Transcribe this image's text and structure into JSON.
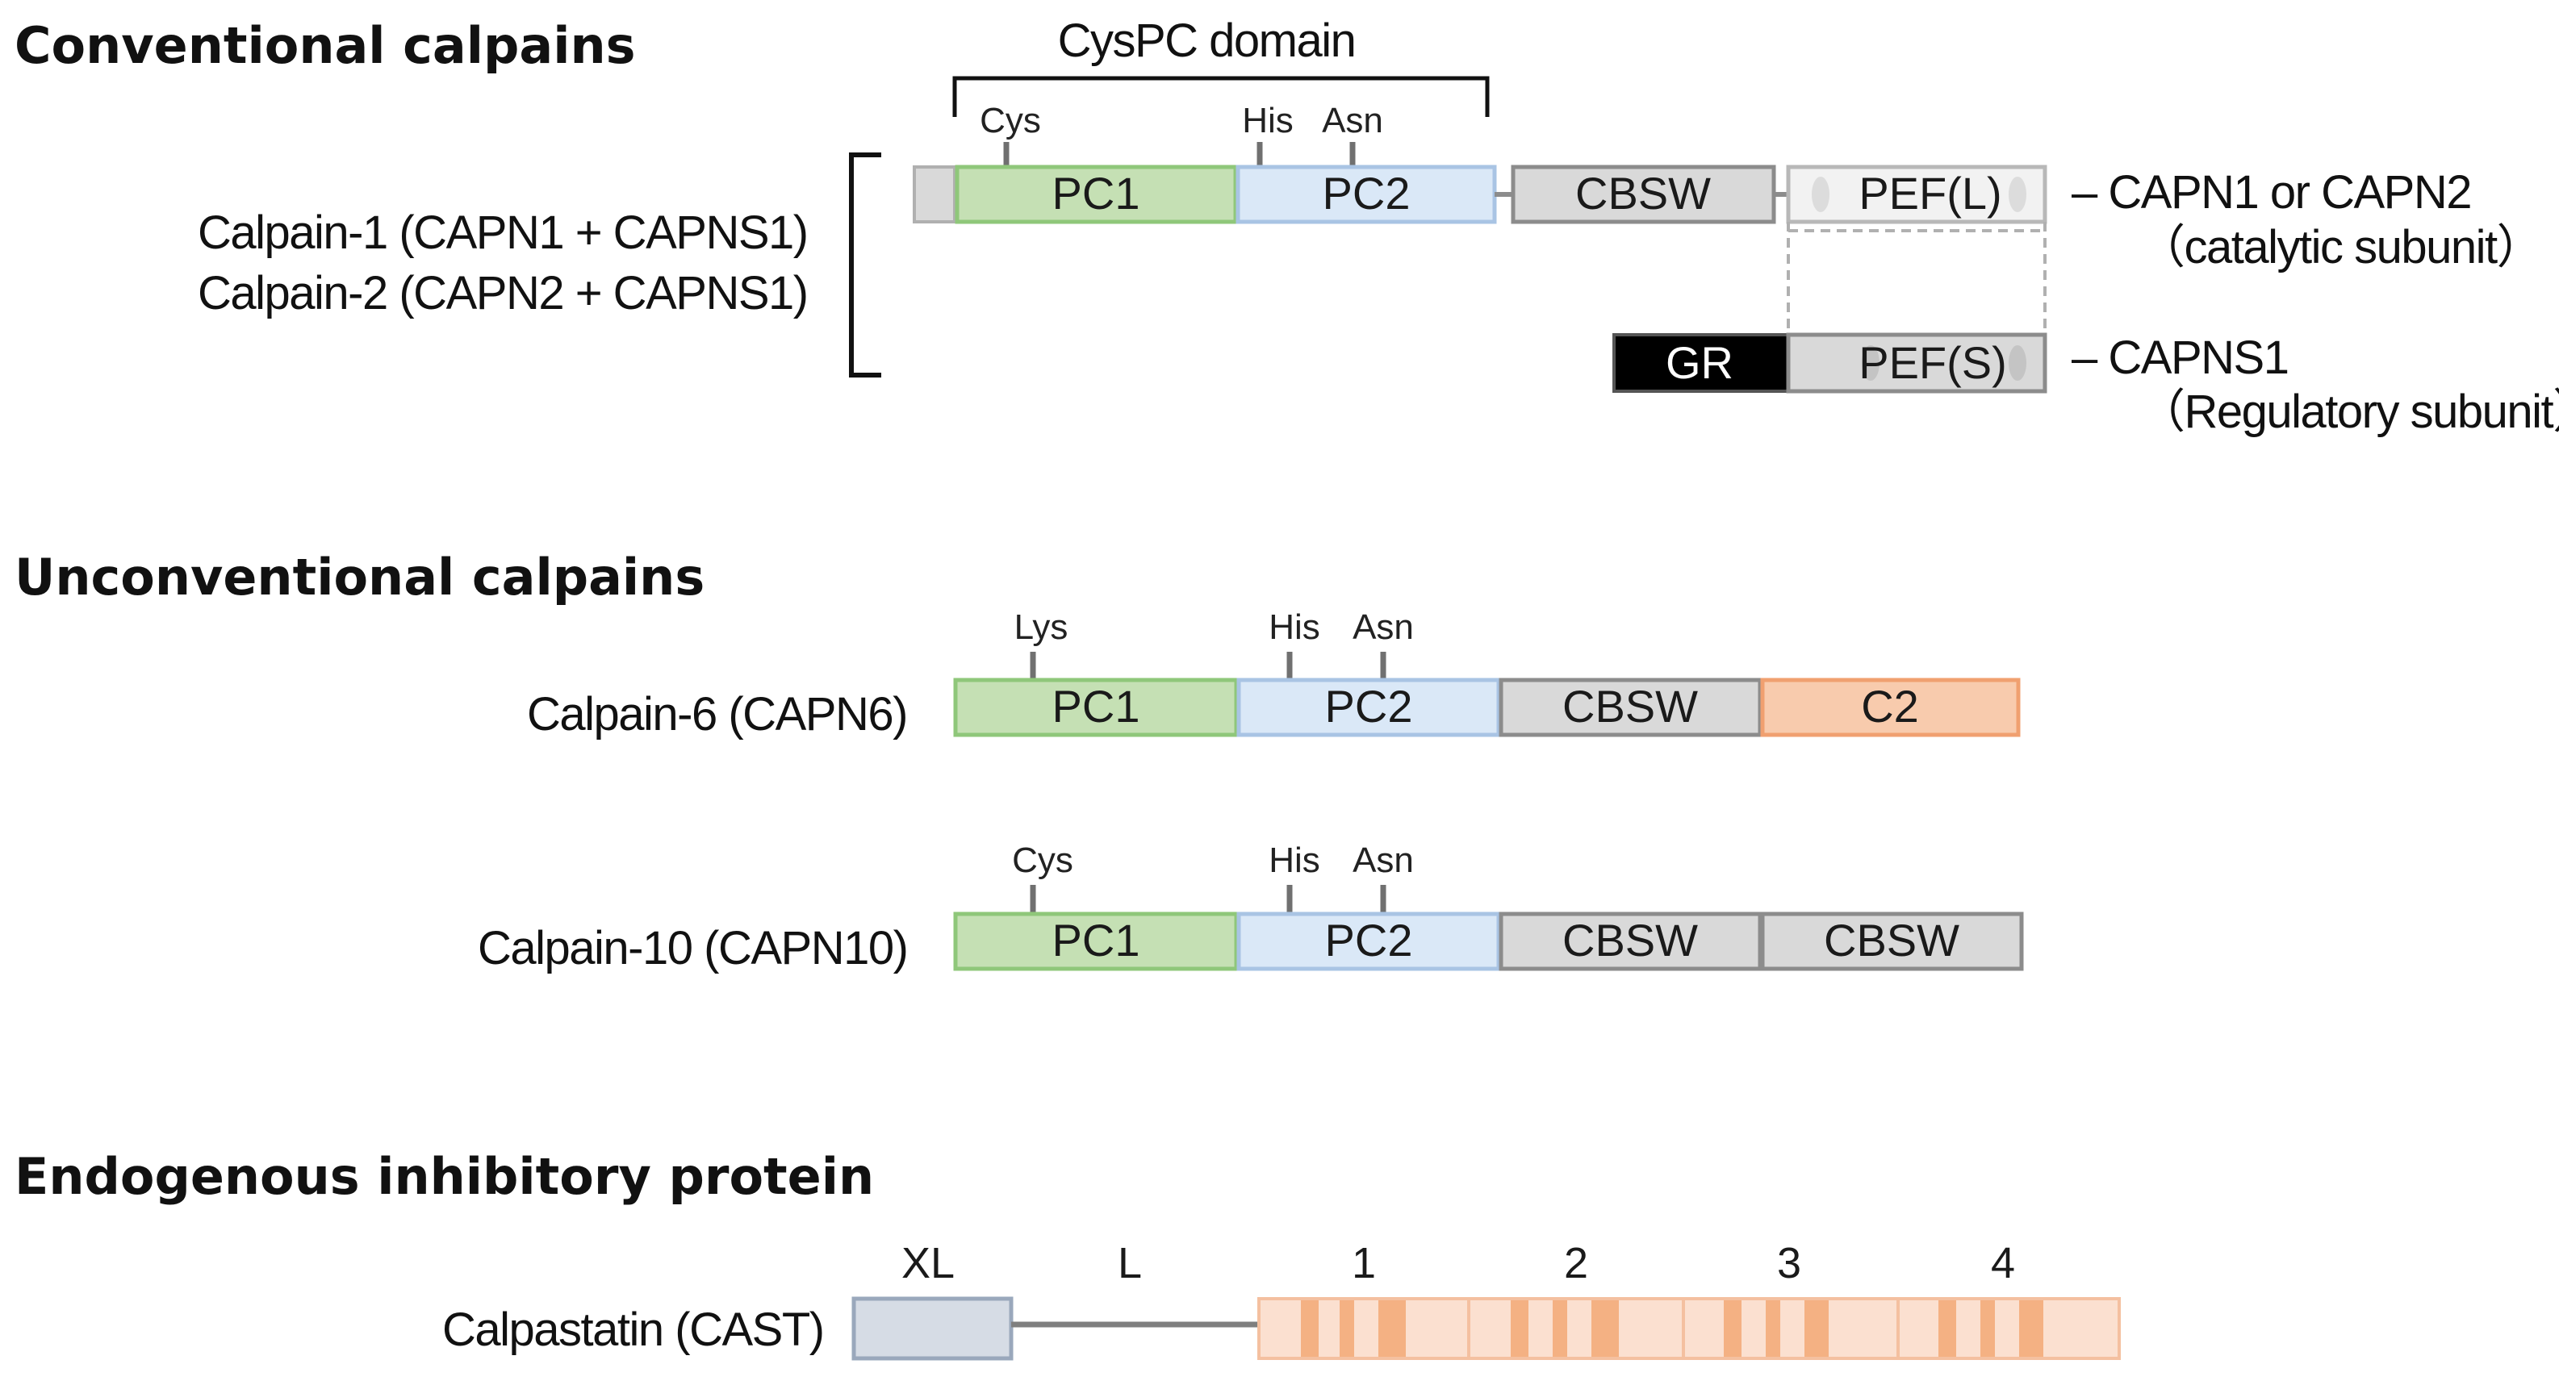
{
  "sections": {
    "conventional": "Conventional calpains",
    "unconventional": "Unconventional calpains",
    "inhibitor": "Endogenous inhibitory protein"
  },
  "conventional": {
    "cyspc_label": "CysPC domain",
    "proteins": [
      "Calpain-1 (CAPN1 + CAPNS1)",
      "Calpain-2 (CAPN2 + CAPNS1)"
    ],
    "catalytic": {
      "residues": [
        "Cys",
        "His",
        "Asn"
      ],
      "domains": [
        "PC1",
        "PC2",
        "CBSW",
        "PEF(L)"
      ],
      "label": "– CAPN1 or CAPN2",
      "sublabel": "（catalytic subunit）"
    },
    "regulatory": {
      "domains": [
        "GR",
        "PEF(S)"
      ],
      "label": "– CAPNS1",
      "sublabel": "（Regulatory subunit）"
    }
  },
  "unconventional": {
    "calpain6": {
      "name": "Calpain-6 (CAPN6)",
      "residues": [
        "Lys",
        "His",
        "Asn"
      ],
      "domains": [
        "PC1",
        "PC2",
        "CBSW",
        "C2"
      ]
    },
    "calpain10": {
      "name": "Calpain-10 (CAPN10)",
      "residues": [
        "Cys",
        "His",
        "Asn"
      ],
      "domains": [
        "PC1",
        "PC2",
        "CBSW",
        "CBSW"
      ]
    }
  },
  "inhibitor": {
    "name": "Calpastatin (CAST)",
    "region_labels": [
      "XL",
      "L",
      "1",
      "2",
      "3",
      "4"
    ]
  },
  "colors": {
    "pc1_fill": "#c5e0b4",
    "pc1_stroke": "#8fc77a",
    "pc2_fill": "#dae8f7",
    "pc2_stroke": "#a9c4e4",
    "cbsw_fill": "#d9d9d9",
    "cbsw_stroke": "#8c8c8c",
    "c2_fill": "#f8cbad",
    "c2_stroke": "#f0a070",
    "gr_fill": "#000000",
    "xl_fill": "#d6dce5",
    "xl_stroke": "#9aa8bc",
    "cast_light": "#fbe0d0",
    "cast_dark": "#f4b183"
  }
}
